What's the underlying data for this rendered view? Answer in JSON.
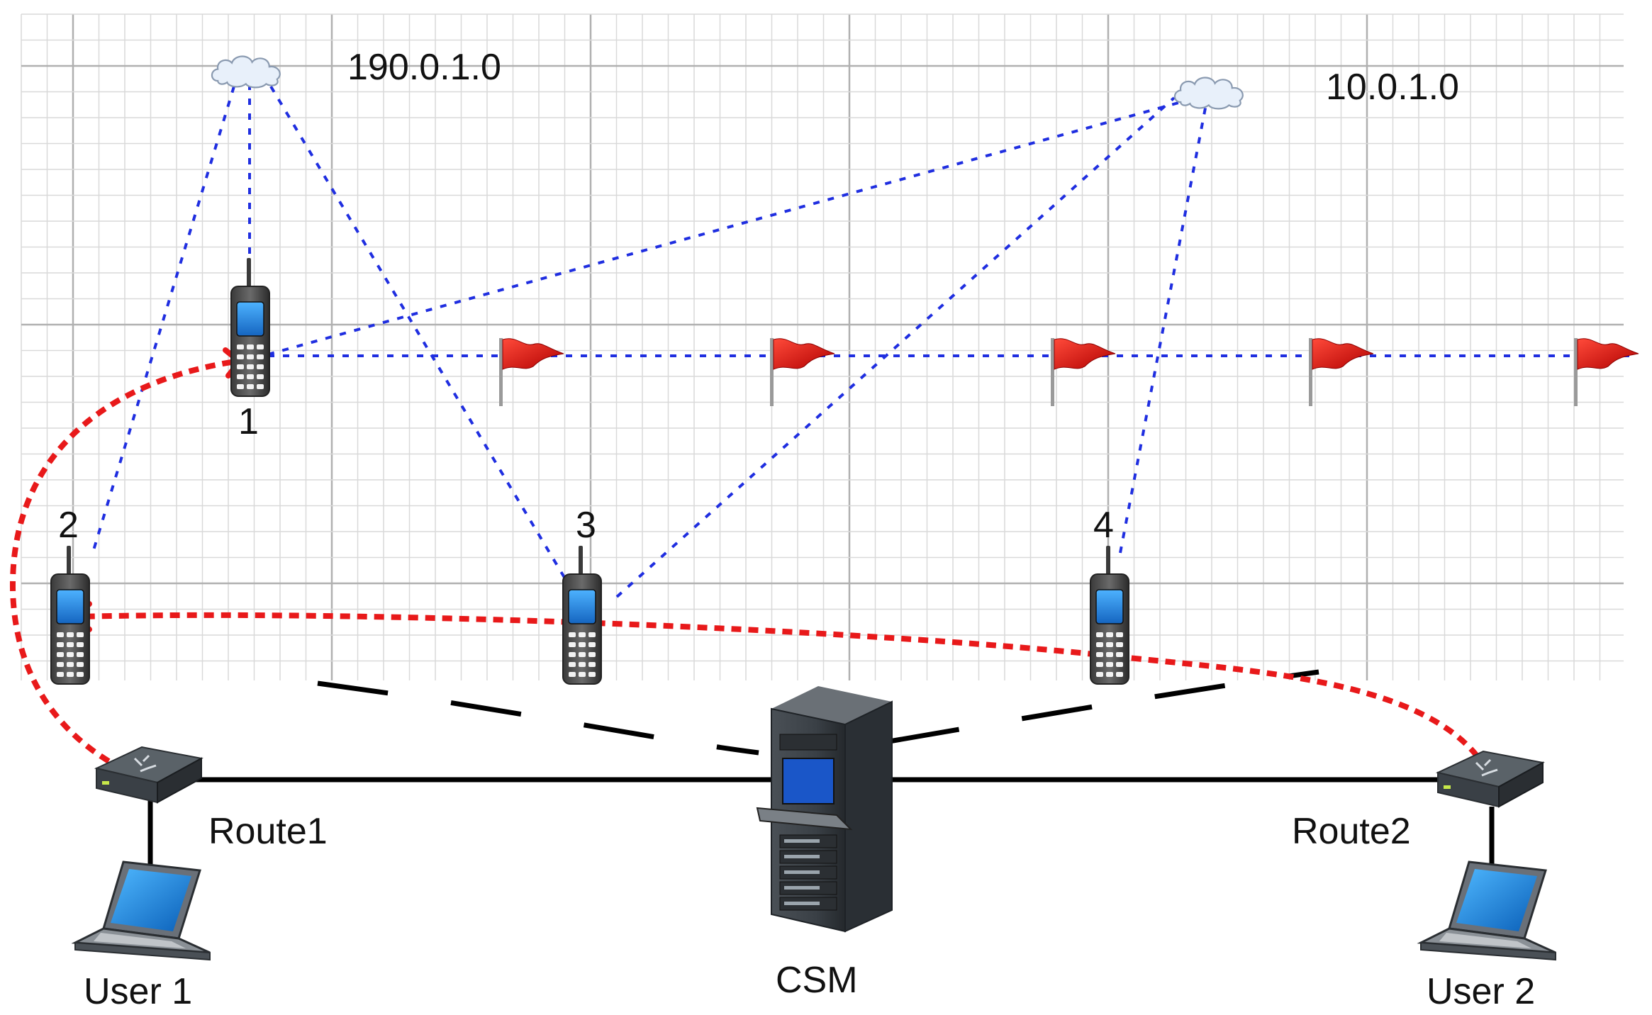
{
  "networks": {
    "left_net": "190.0.1.0",
    "right_net": "10.0.1.0"
  },
  "nodes": {
    "radio1": "1",
    "radio2": "2",
    "radio3": "3",
    "radio4": "4"
  },
  "routers": {
    "route1": "Route1",
    "route2": "Route2"
  },
  "users": {
    "user1": "User 1",
    "user2": "User 2"
  },
  "server": {
    "label": "CSM"
  },
  "colors": {
    "grid_minor": "#d9d9d9",
    "grid_major": "#b0b0b0",
    "link_dotted": "#1f2ee0",
    "path_red": "#e8191a",
    "wire": "#000000",
    "flag": "#e01010"
  }
}
